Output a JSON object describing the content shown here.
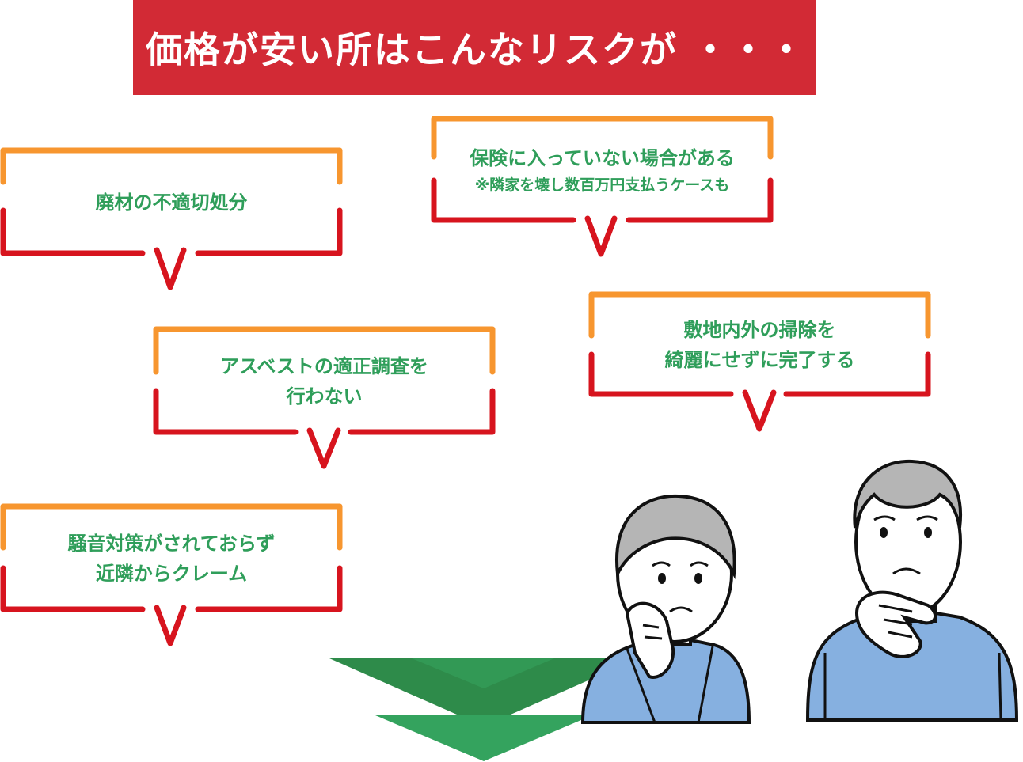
{
  "header": {
    "title": "価格が安い所はこんなリスクが ・・・"
  },
  "bubbles": [
    {
      "id": "waste",
      "lines": [
        "廃材の不適切処分"
      ],
      "note": ""
    },
    {
      "id": "insurance",
      "lines": [
        "保険に入っていない場合がある"
      ],
      "note": "※隣家を壊し数百万円支払うケースも"
    },
    {
      "id": "asbestos",
      "lines": [
        "アスベストの適正調査を",
        "行わない"
      ],
      "note": ""
    },
    {
      "id": "cleaning",
      "lines": [
        "敷地内外の掃除を",
        "綺麗にせずに完了する"
      ],
      "note": ""
    },
    {
      "id": "noise",
      "lines": [
        "騒音対策がされておらず",
        "近隣からクレーム"
      ],
      "note": ""
    }
  ],
  "colors": {
    "banner": "#d22a35",
    "bubble_top": "#f7962f",
    "bubble_bottom": "#d7141e",
    "text_green": "#2f9e5a",
    "arrow_green_dark": "#2e8b4a",
    "arrow_green_light": "#3ab46a",
    "person_shirt": "#86b0e0",
    "person_hair": "#b5b5b5",
    "person_skin": "#ffffff"
  },
  "illustration": {
    "figures": [
      "worried-woman",
      "worried-man"
    ]
  }
}
